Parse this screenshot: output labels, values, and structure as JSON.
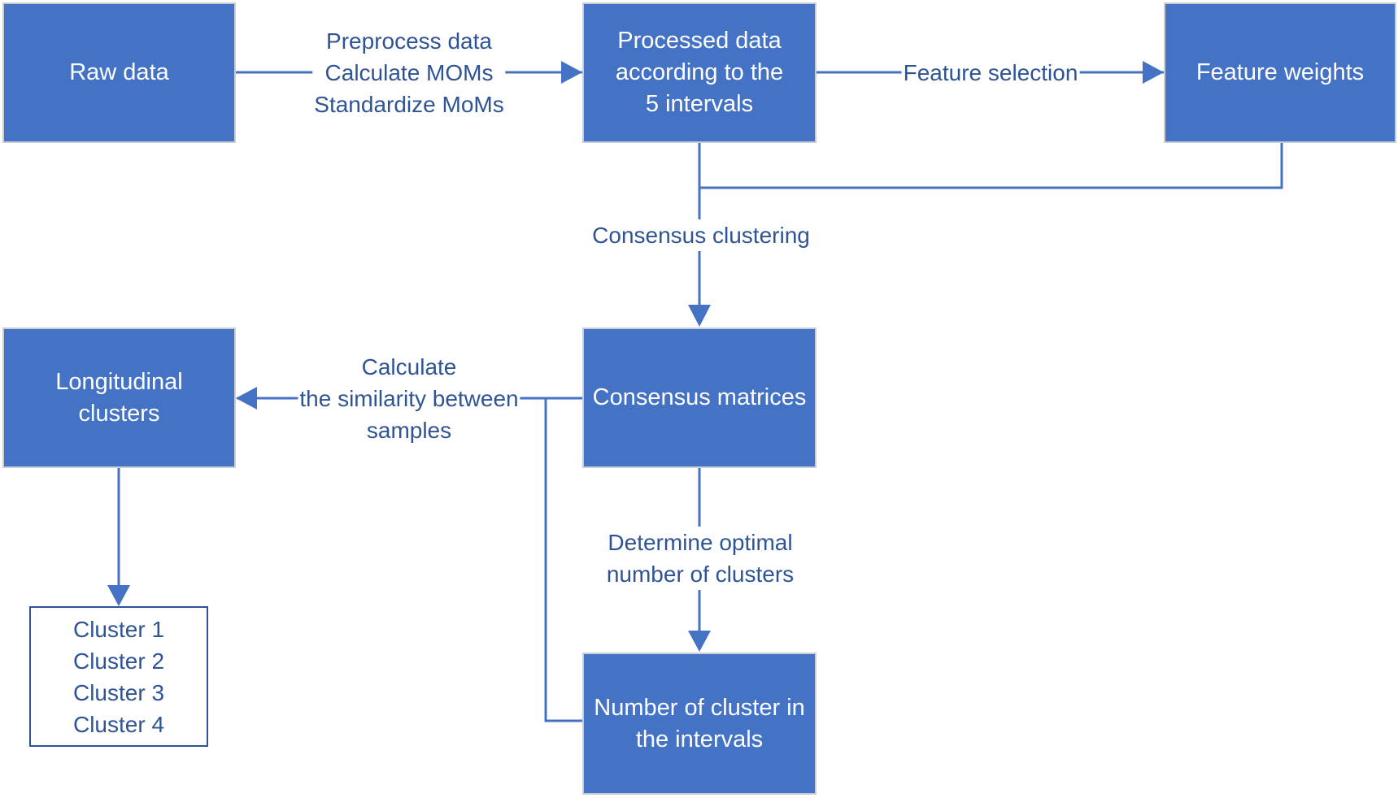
{
  "boxes": {
    "raw_data": "Raw data",
    "processed_data": "Processed data\naccording to the\n5 intervals",
    "feature_weights": "Feature weights",
    "consensus_matrices": "Consensus matrices",
    "longitudinal_clusters": "Longitudinal\nclusters",
    "number_of_clusters": "Number of cluster in\nthe intervals"
  },
  "output": {
    "clusters": "Cluster 1\nCluster 2\nCluster 3\nCluster 4"
  },
  "labels": {
    "preprocess": "Preprocess data\nCalculate MOMs\nStandardize MoMs",
    "feature_selection": "Feature selection",
    "consensus_clustering": "Consensus clustering",
    "calculate_similarity": "Calculate\nthe similarity between\nsamples",
    "determine_optimal": "Determine optimal\nnumber of clusters"
  },
  "colors": {
    "box_fill": "#4472c4",
    "line": "#4472c4",
    "text_dark": "#2f5496"
  }
}
